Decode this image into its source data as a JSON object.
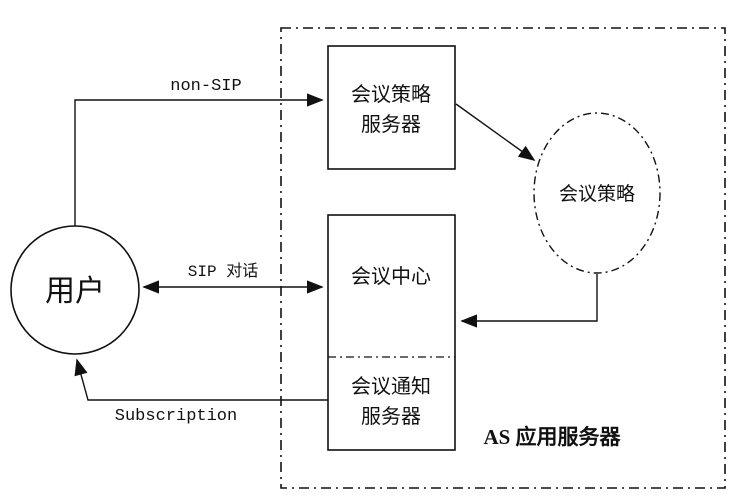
{
  "diagram": {
    "user_node": {
      "label": "用户"
    },
    "policy_server_box": {
      "line1": "会议策略",
      "line2": "服务器"
    },
    "policy_ellipse": {
      "label": "会议策略"
    },
    "conference_center_box": {
      "label": "会议中心"
    },
    "notification_server_section": {
      "line1": "会议通知",
      "line2": "服务器"
    },
    "as_boundary": {
      "label": "AS  应用服务器"
    },
    "arrows": {
      "non_sip_label": "non-SIP",
      "sip_dialog_label": "SIP 对话",
      "subscription_label": "Subscription"
    },
    "colors": {
      "line": "#111111",
      "background": "#ffffff"
    }
  }
}
